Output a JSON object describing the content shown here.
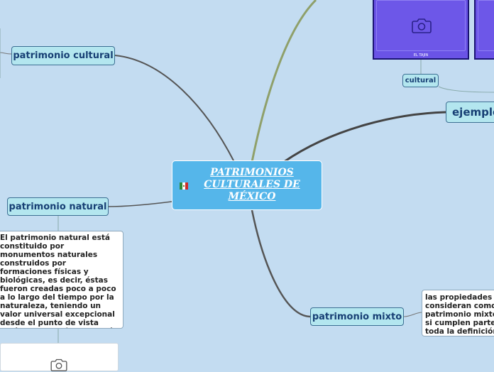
{
  "central": {
    "title": "PATRIMONIOS CULTURALES DE MÉXICO",
    "flag_icon": "mexico-flag-icon"
  },
  "nodes": {
    "patrimonio_cultural": "patrimonio cultural",
    "patrimonio_natural": "patrimonio natural",
    "patrimonio_mixto": "patrimonio mixto",
    "ejemplos": "ejemplos",
    "cultural": "cultural"
  },
  "descriptions": {
    "natural": "El patrimonio natural está constituido por monumentos naturales construidos por formaciones físicas y biológicas, es decir, éstas fueron creadas poco a poco a lo largo del tiempo por la naturaleza, teniendo un valor universal excepcional desde el punto de vista estético y científico además de cultural.",
    "mixto": "las propiedades se consideran como patrimonio mixto si cumplen parte o toda la definición de patrimonio cultural"
  },
  "images": {
    "el_tajin_caption": "EL TAJIN",
    "placeholder_icon": "camera-icon"
  },
  "colors": {
    "background": "#c3dcf1",
    "central": "#55b6ea",
    "node": "#b3e6ef",
    "text": "#173f74",
    "photo": "#6a53e6"
  }
}
